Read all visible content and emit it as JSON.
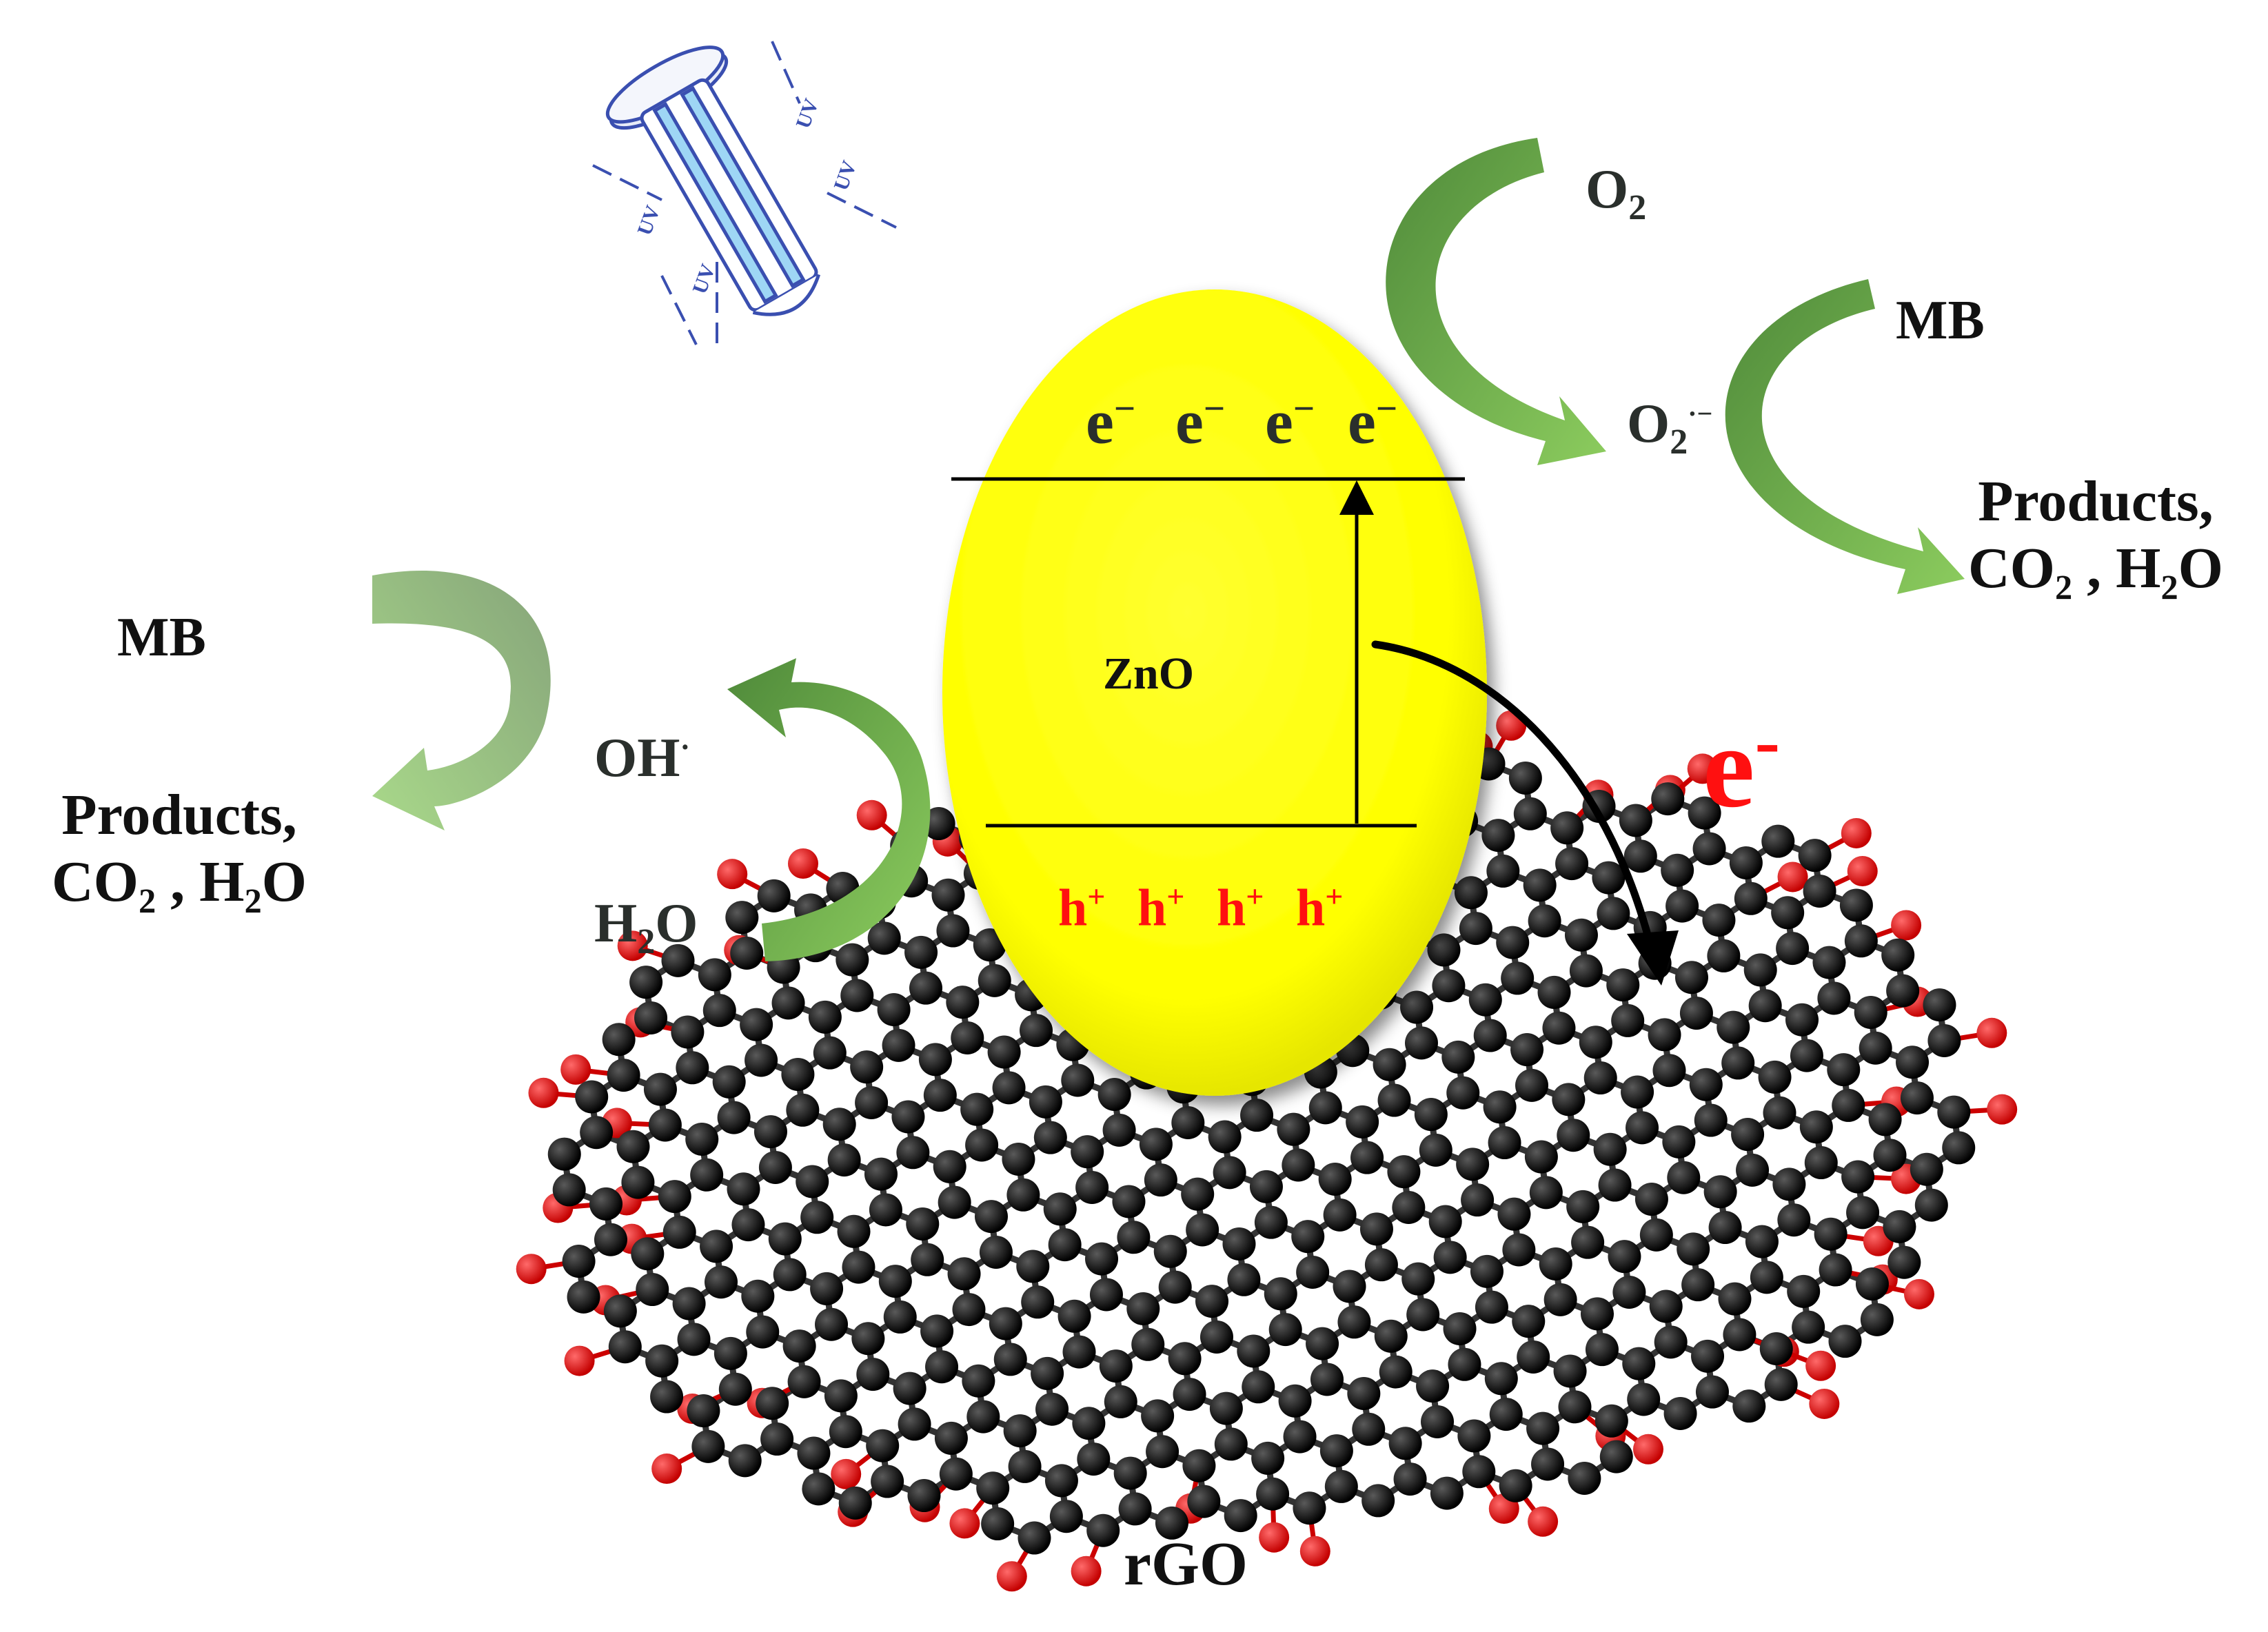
{
  "lamp": {
    "rays": [
      "UV",
      "UV",
      "UV",
      "UV"
    ]
  },
  "particle": {
    "label": "ZnO",
    "electrons": [
      "e",
      "e",
      "e",
      "e"
    ],
    "holes": [
      "h",
      "h",
      "h",
      "h"
    ],
    "electron_sup": "−",
    "hole_sup": "+"
  },
  "right_path": {
    "reactant": "O",
    "reactant_sub": "2",
    "radical": "O",
    "radical_sub": "2",
    "radical_sup": "·−",
    "dye": "MB",
    "products_line1": "Products,",
    "products_line2": "CO₂ , H₂O"
  },
  "left_path": {
    "dye": "MB",
    "radical": "OH",
    "radical_sup": "·",
    "reactant": "H",
    "reactant_sub": "2",
    "reactant_tail": "O",
    "products_line1": "Products,",
    "products_line2": "CO₂ , H₂O"
  },
  "transfer": {
    "label": "e",
    "sup": "-"
  },
  "support": {
    "label": "rGO"
  },
  "colors": {
    "particle_fill": "#ffff00",
    "arrow_green": "#6aa84f",
    "carbon": "#111111",
    "oxygen": "#e00000",
    "hole_text": "#ff0000",
    "lamp_blue": "#3a4fb0"
  }
}
